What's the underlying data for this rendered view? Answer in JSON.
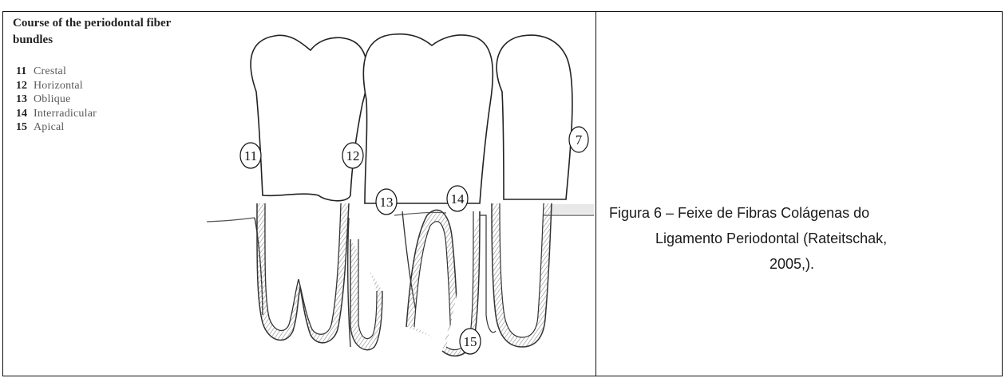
{
  "figure": {
    "legend": {
      "title": "Course of the periodontal fiber bundles",
      "items": [
        {
          "number": "11",
          "name": "Crestal"
        },
        {
          "number": "12",
          "name": "Horizontal"
        },
        {
          "number": "13",
          "name": "Oblique"
        },
        {
          "number": "14",
          "name": "Interradicular"
        },
        {
          "number": "15",
          "name": "Apical"
        }
      ]
    },
    "callouts": [
      "11",
      "12",
      "13",
      "14",
      "15",
      "7"
    ]
  },
  "caption": {
    "line1": "Figura 6 – Feixe de Fibras Colágenas do",
    "line2": "Ligamento Periodontal (Rateitschak,",
    "line3": "2005,)."
  },
  "colors": {
    "border": "#111111",
    "ink": "#222222",
    "legend_text": "#5a5a5a",
    "ligament_hatch": "#8a8a8a"
  }
}
